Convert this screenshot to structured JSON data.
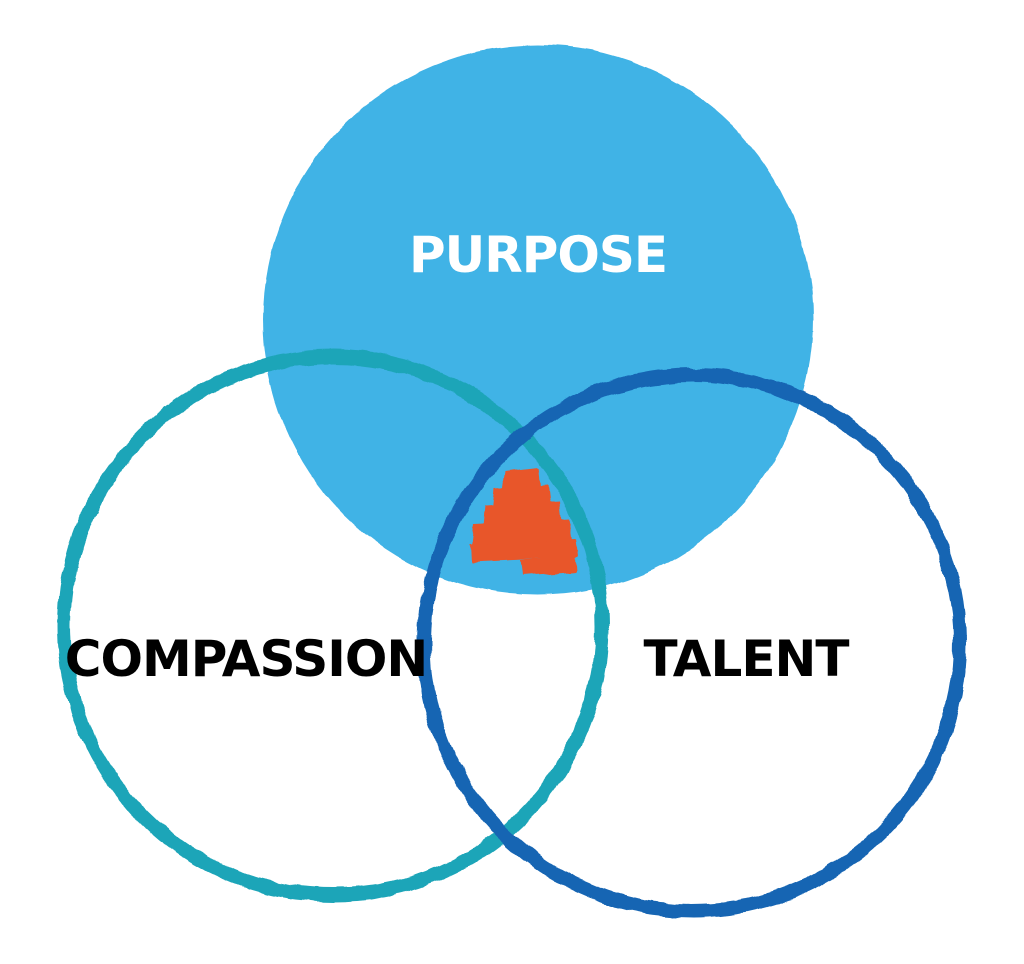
{
  "diagram": {
    "labels": {
      "purpose": "PURPOSE",
      "compassion": "COMPASSION",
      "talent": "TALENT"
    },
    "colors": {
      "background": "#ffffff",
      "purpose_fill": "#41b3e6",
      "compassion_ring": "#1fa5b8",
      "talent_ring": "#1565b3",
      "center_mark": "#e8562a",
      "purpose_label": "#ffffff",
      "outer_label": "#000000"
    }
  }
}
